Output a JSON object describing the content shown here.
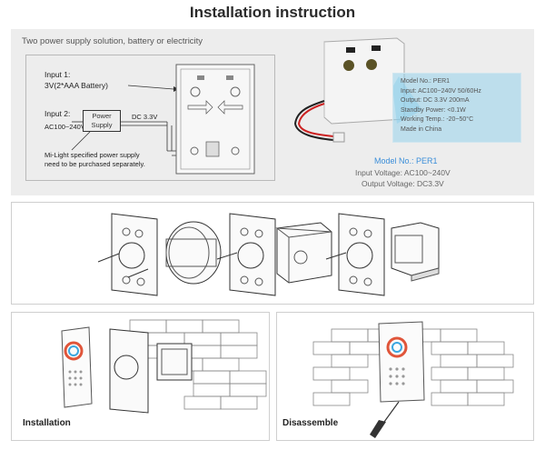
{
  "title": "Installation instruction",
  "power_panel": {
    "subtitle": "Two power supply solution, battery or electricity",
    "input1_label": "Input 1:",
    "input1_value": "3V(2*AAA Battery)",
    "input2_label": "Input 2:",
    "input2_voltage": "AC100~240V",
    "psu_line1": "Power",
    "psu_line2": "Supply",
    "dc_label": "DC 3.3V",
    "note_line1": "Mi-Light specified power supply",
    "note_line2": "need to be purchased separately."
  },
  "module": {
    "spec_lines": [
      "Model No.: PER1",
      "Input: AC100~240V  50/60Hz",
      "Output: DC 3.3V  200mA",
      "Standby Power: <0.1W",
      "Working Temp.: -20~50°C",
      "Made in China"
    ],
    "model": "Model No.: PER1",
    "input_voltage": "Input Voltage: AC100~240V",
    "output_voltage": "Output Voltage: DC3.3V"
  },
  "captions": {
    "installation": "Installation",
    "disassemble": "Disassemble"
  },
  "colors": {
    "panel_bg": "#ededed",
    "accent_blue": "#3b8ed9",
    "highlight": "#96d2eb"
  }
}
